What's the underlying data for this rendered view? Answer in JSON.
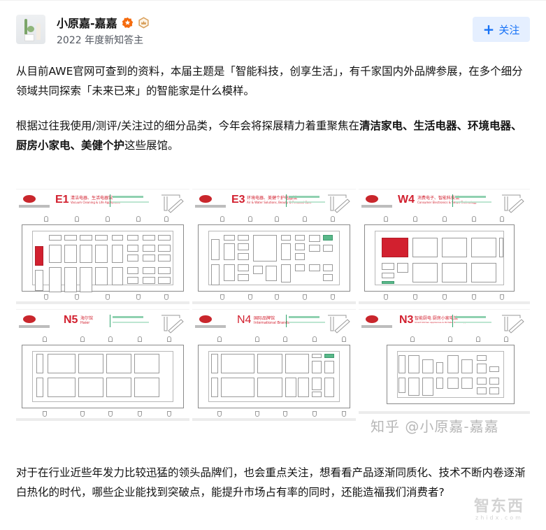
{
  "author": {
    "name": "小原嘉-嘉嘉",
    "badges": [
      {
        "icon": "orange-flower-badge-icon",
        "color": "#f56b0e"
      },
      {
        "icon": "crown-hexagon-badge-icon",
        "color": "#d9a15e"
      }
    ],
    "description": "2022 年度新知答主",
    "follow_label": "关注",
    "follow_icon": "plus-icon"
  },
  "article": {
    "paragraph1": "从目前AWE官网可查到的资料，本届主题是「智能科技，创享生活」，有千家国内外品牌参展，在多个细分领域共同探索「未来已来」的智能家是什么模样。",
    "paragraph2": {
      "prefix": "根据过往我使用/测评/关注过的细分品类，今年会将探展精力着重聚焦在",
      "bold": "清洁家电、生活电器、环境电器、厨房小家电、美健个护",
      "suffix": "这些展馆。"
    },
    "paragraph3": "对于在行业近些年发力比较迅猛的领头品牌们，也会重点关注，想看看产品逐渐同质化、技术不断内卷逐渐白热化的时代，哪些企业能找到突破点，能提升市场占有率的同时，还能造福我们消费者?"
  },
  "figure": {
    "panels": [
      {
        "code": "E1",
        "title": "清洁电器、生活电器馆",
        "subtitle": "Vacuum Cleaning & Life Appliances"
      },
      {
        "code": "E3",
        "title": "环境电器、美健个护电器馆",
        "subtitle": "Air & Water Solutions, Beauty & Personal Care"
      },
      {
        "code": "W4",
        "title": "消费电子、智能科技馆",
        "subtitle": "Consumer Electronics & Smart Technology"
      },
      {
        "code": "N5",
        "title": "海尔馆",
        "subtitle": "Haier"
      },
      {
        "code": "N4",
        "title": "国际品牌馆",
        "subtitle": "International Brands"
      },
      {
        "code": "N3",
        "title": "智能厨电 厨房小家电馆",
        "subtitle": "Smart Kitchen Appliances & Portable Kitchen Appliances"
      }
    ],
    "watermark": "知乎 @小原嘉-嘉嘉"
  },
  "site_watermark": {
    "cn": "智东西",
    "en": "zhidx.com"
  }
}
